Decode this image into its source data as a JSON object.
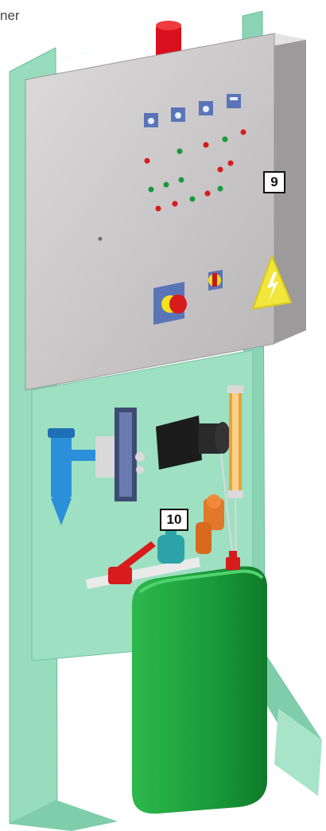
{
  "corner_text": "ner",
  "callouts": [
    {
      "label": "9"
    },
    {
      "label": "10"
    }
  ],
  "colors": {
    "frame": "#8fd9b8",
    "cabinet": "#c9c6c6",
    "tank": "#1c9a3c",
    "warning": "#f3e63a",
    "emergency_stop": "#d81b1b"
  },
  "icons": [
    "beacon-light-icon",
    "warning-electric-icon",
    "emergency-stop-icon",
    "selector-switch-icon",
    "filter-icon",
    "pump-motor-icon",
    "flowmeter-icon",
    "valve-icon",
    "tank-icon"
  ]
}
